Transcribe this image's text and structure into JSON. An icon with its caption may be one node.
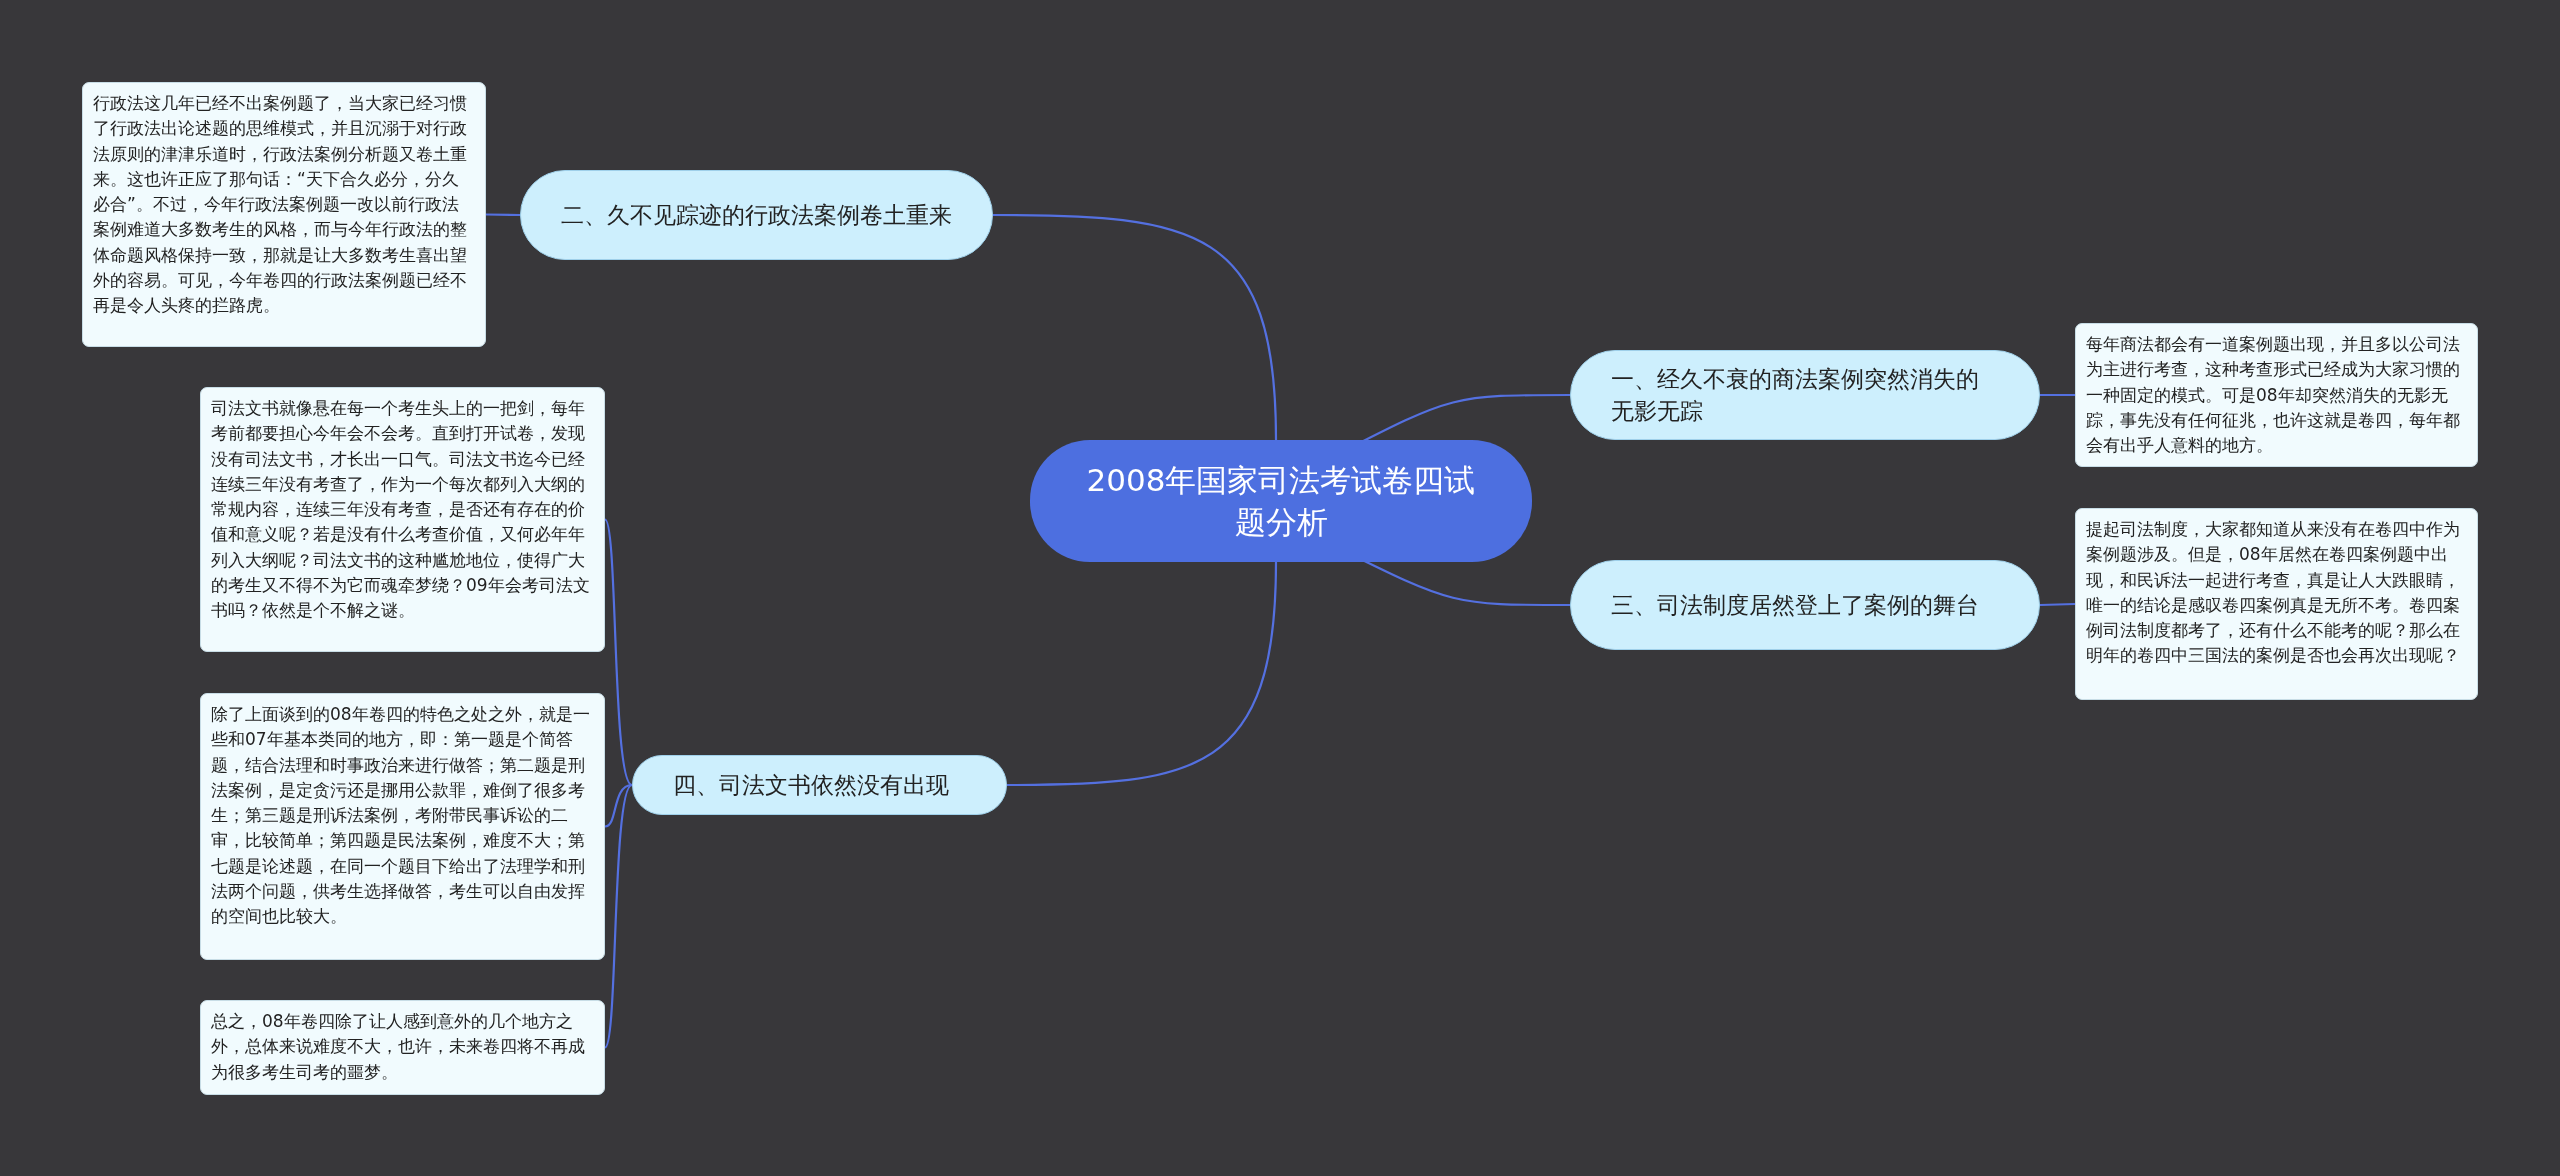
{
  "diagram": {
    "nodes": [
      {
        "text": [
          "2008年国家司法考试卷四试题分析"
        ]
      },
      {
        "text": [
          "二、久不见踪迹的行政法案例卷土重来"
        ]
      },
      {
        "text": [
          "行政法这几年已经不出案例题了，当大家已经习惯了行政法出论述题的思维模式，并且沉溺于对行政法原则的津津乐道时，行政法案例分析题又卷土重来。这也许正应了那句话：“天下合久必分，分久必合”。不过，今年行政法案例题一改以前行政法案例难道大多数考生的风格，而与今年行政法的整体命题风格保持一致，那就是让大多数考生喜出望外的容易。可见，今年卷四的行政法案例题已经不再是令人头疼的拦路虎。"
        ]
      },
      {
        "text": [
          "一、经久不衰的商法案例突然消失的无影无踪"
        ]
      },
      {
        "text": [
          "每年商法都会有一道案例题出现，并且多以公司法为主进行考查，这种考查形式已经成为大家习惯的一种固定的模式。可是08年却突然消失的无影无踪，事先没有任何征兆，也许这就是卷四，每年都会有出乎人意料的地方。"
        ]
      },
      {
        "text": [
          "三、司法制度居然登上了案例的舞台"
        ]
      },
      {
        "text": [
          "提起司法制度，大家都知道从来没有在卷四中作为案例题涉及。但是，08年居然在卷四案例题中出现，和民诉法一起进行考查，真是让人大跌眼睛，唯一的结论是感叹卷四案例真是无所不考。卷四案例司法制度都考了，还有什么不能考的呢？那么在明年的卷四中三国法的案例是否也会再次出现呢？"
        ]
      },
      {
        "text": [
          "四、司法文书依然没有出现"
        ]
      },
      {
        "text": [
          "司法文书就像悬在每一个考生头上的一把剑，每年考前都要担心今年会不会考。直到打开试卷，发现没有司法文书，才长出一口气。司法文书迄今已经连续三年没有考查了，作为一个每次都列入大纲的常规内容，连续三年没有考查，是否还有存在的价值和意义呢？若是没有什么考查价值，又何必年年列入大纲呢？司法文书的这种尴尬地位，使得广大的考生又不得不为它而魂牵梦绕？09年会考司法文书吗？依然是个不解之谜。"
        ]
      },
      {
        "text": [
          "除了上面谈到的08年卷四的特色之处之外，就是一些和07年基本类同的地方，即：第一题是个简答题，结合法理和时事政治来进行做答；第二题是刑法案例，是定贪污还是挪用公款罪，难倒了很多考生；第三题是刑诉法案例，考附带民事诉讼的二审，比较简单；第四题是民法案例，难度不大；第七题是论述题，在同一个题目下给出了法理学和刑法两个问题，供考生选择做答，考生可以自由发挥的空间也比较大。"
        ]
      },
      {
        "text": [
          "总之，08年卷四除了让人感到意外的几个地方之外，总体来说难度不大，也许，未来卷四将不再成为很多考生司考的噩梦。"
        ]
      }
    ],
    "edges": [
      {
        "from": 0,
        "to": 1,
        "arrow": "none"
      },
      {
        "from": 1,
        "to": 2,
        "arrow": "none"
      },
      {
        "from": 0,
        "to": 3,
        "arrow": "none"
      },
      {
        "from": 3,
        "to": 4,
        "arrow": "none"
      },
      {
        "from": 0,
        "to": 5,
        "arrow": "none"
      },
      {
        "from": 5,
        "to": 6,
        "arrow": "none"
      },
      {
        "from": 0,
        "to": 7,
        "arrow": "none"
      },
      {
        "from": 7,
        "to": 8,
        "arrow": "none"
      },
      {
        "from": 7,
        "to": 9,
        "arrow": "none"
      },
      {
        "from": 7,
        "to": 10,
        "arrow": "none"
      }
    ]
  }
}
